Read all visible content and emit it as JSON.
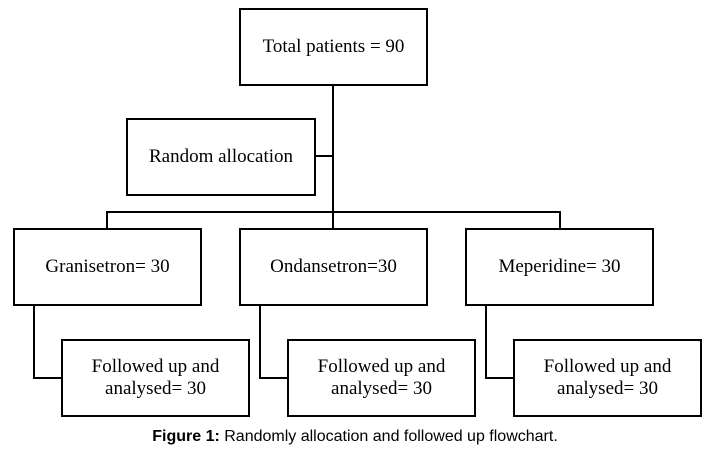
{
  "flowchart": {
    "total": "Total patients = 90",
    "allocation": "Random allocation",
    "groups": [
      {
        "name": "Granisetron= 30",
        "followup_line1": "Followed up and",
        "followup_line2": "analysed= 30"
      },
      {
        "name": "Ondansetron=30",
        "followup_line1": "Followed up and",
        "followup_line2": "analysed= 30"
      },
      {
        "name": "Meperidine= 30",
        "followup_line1": "Followed up and",
        "followup_line2": "analysed= 30"
      }
    ]
  },
  "caption": {
    "label": "Figure 1:",
    "text": " Randomly allocation and followed up flowchart."
  }
}
